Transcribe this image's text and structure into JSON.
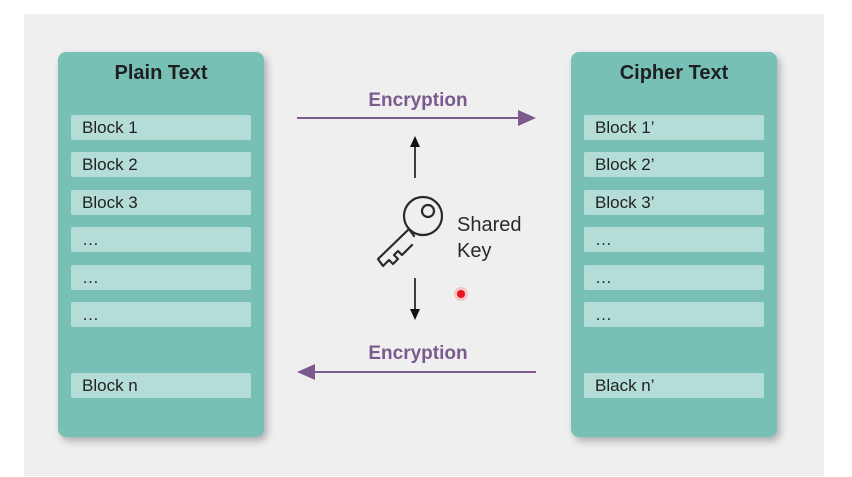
{
  "left_panel": {
    "title": "Plain Text",
    "blocks": [
      "Block 1",
      "Block 2",
      "Block 3",
      "…",
      "…",
      "…",
      "Block n"
    ]
  },
  "right_panel": {
    "title": "Cipher Text",
    "blocks": [
      "Block 1’",
      "Block 2’",
      "Block 3’",
      "…",
      "…",
      "…",
      "Black n’"
    ]
  },
  "top_arrow": {
    "label": "Encryption"
  },
  "bottom_arrow": {
    "label": "Encryption"
  },
  "shared_key": {
    "label_line1": "Shared",
    "label_line2": "Key"
  },
  "colors": {
    "panel": "#78c0b6",
    "block": "#b5ddd7",
    "arrow": "#7b5a8f",
    "pointer": "#e8141e"
  }
}
